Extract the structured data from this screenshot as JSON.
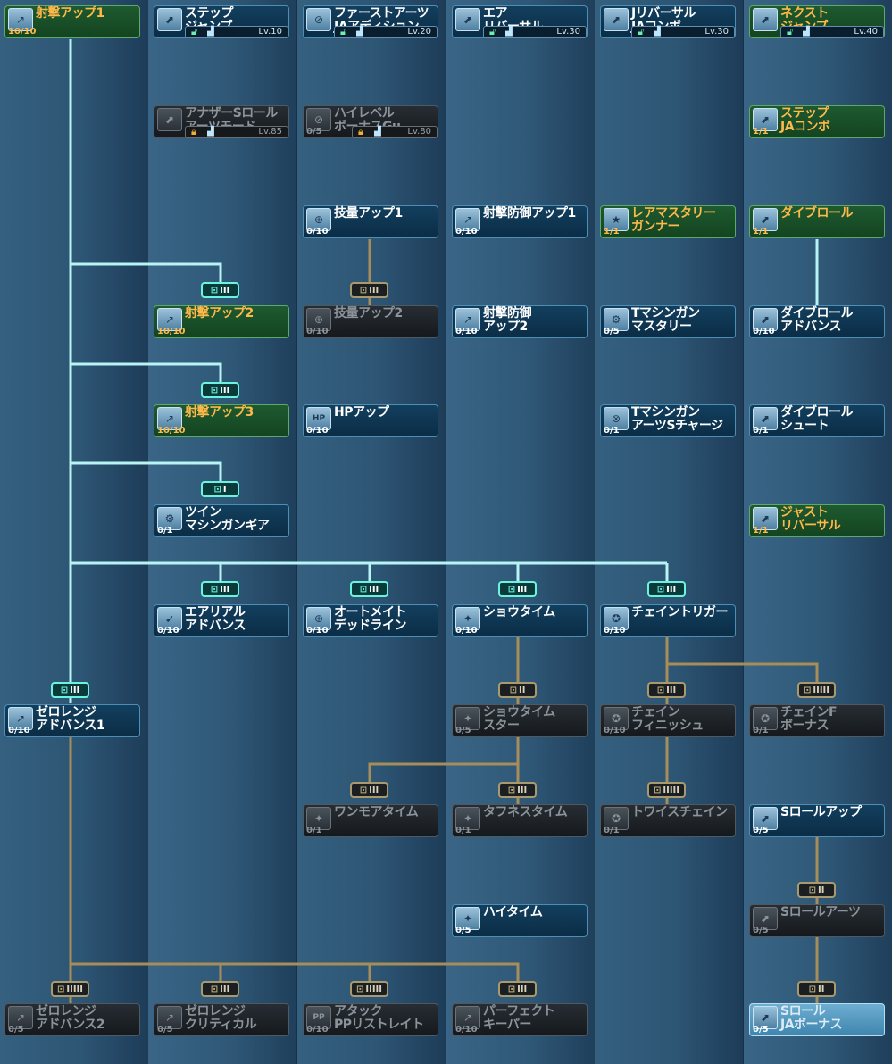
{
  "skills": {
    "s0": {
      "name": "射撃アップ1",
      "level": "10/10"
    },
    "s1": {
      "name": "ステップ\nジャンプ",
      "req_label": "Lv.10"
    },
    "s2": {
      "name": "ファーストアーツ\nJAアディション",
      "req_label": "Lv.20"
    },
    "s3": {
      "name": "エア\nリバーサル",
      "req_label": "Lv.30"
    },
    "s4": {
      "name": "Jリバーサル\nJAコンボ",
      "req_label": "Lv.30"
    },
    "s5": {
      "name": "ネクスト\nジャンプ",
      "req_label": "Lv.40"
    },
    "s6": {
      "name": "アナザーSロール\nアーツモード",
      "req_label": "Lv.85"
    },
    "s7": {
      "name": "ハイレベル\nボーナスGu",
      "level": "0/5",
      "req_label": "Lv.80"
    },
    "s8": {
      "name": "ステップ\nJAコンボ",
      "level": "1/1"
    },
    "s9": {
      "name": "技量アップ1",
      "level": "0/10"
    },
    "s10": {
      "name": "射撃防御アップ1",
      "level": "0/10"
    },
    "s11": {
      "name": "レアマスタリー\nガンナー",
      "level": "1/1"
    },
    "s12": {
      "name": "ダイブロール",
      "level": "1/1"
    },
    "s13": {
      "name": "射撃アップ2",
      "level": "10/10"
    },
    "s14": {
      "name": "技量アップ2",
      "level": "0/10"
    },
    "s15": {
      "name": "射撃防御\nアップ2",
      "level": "0/10"
    },
    "s16": {
      "name": "Tマシンガン\nマスタリー",
      "level": "0/5"
    },
    "s17": {
      "name": "ダイブロール\nアドバンス",
      "level": "0/10"
    },
    "s18": {
      "name": "射撃アップ3",
      "level": "10/10"
    },
    "s19": {
      "name": "HPアップ",
      "level": "0/10"
    },
    "s20": {
      "name": "Tマシンガン\nアーツSチャージ",
      "level": "0/1"
    },
    "s21": {
      "name": "ダイブロール\nシュート",
      "level": "0/1"
    },
    "s22": {
      "name": "ツイン\nマシンガンギア",
      "level": "0/1"
    },
    "s23": {
      "name": "ジャスト\nリバーサル",
      "level": "1/1"
    },
    "s24": {
      "name": "エアリアル\nアドバンス",
      "level": "0/10"
    },
    "s25": {
      "name": "オートメイト\nデッドライン",
      "level": "0/10"
    },
    "s26": {
      "name": "ショウタイム",
      "level": "0/10"
    },
    "s27": {
      "name": "チェイントリガー",
      "level": "0/10"
    },
    "s28": {
      "name": "ゼロレンジ\nアドバンス1",
      "level": "0/10"
    },
    "s29": {
      "name": "ショウタイム\nスター",
      "level": "0/5"
    },
    "s30": {
      "name": "チェイン\nフィニッシュ",
      "level": "0/10"
    },
    "s31": {
      "name": "チェインF\nボーナス",
      "level": "0/1"
    },
    "s32": {
      "name": "ワンモアタイム",
      "level": "0/1"
    },
    "s33": {
      "name": "タフネスタイム",
      "level": "0/1"
    },
    "s34": {
      "name": "トワイスチェイン",
      "level": "0/1"
    },
    "s35": {
      "name": "Sロールアップ",
      "level": "0/5"
    },
    "s36": {
      "name": "ハイタイム",
      "level": "0/5"
    },
    "s37": {
      "name": "Sロールアーツ",
      "level": "0/5"
    },
    "s38": {
      "name": "ゼロレンジ\nアドバンス2",
      "level": "0/5"
    },
    "s39": {
      "name": "ゼロレンジ\nクリティカル",
      "level": "0/5"
    },
    "s40": {
      "name": "アタック\nPPリストレイト",
      "level": "0/10"
    },
    "s41": {
      "name": "パーフェクト\nキーパー",
      "level": "0/10"
    },
    "s42": {
      "name": "Sロール\nJAボーナス",
      "level": "0/5"
    }
  },
  "badges": {
    "b0": "III",
    "b1": "III",
    "b2": "I",
    "b3": "III",
    "b4": "III",
    "b5": "III",
    "b6": "III",
    "b7": "III",
    "b8": "III",
    "b9": "II",
    "b10": "III",
    "b11": "IIIII",
    "b12": "III",
    "b13": "III",
    "b14": "IIIII",
    "b15": "II",
    "b16": "II",
    "b17": "IIIII",
    "b18": "III",
    "b19": "IIIII",
    "b20": "III"
  },
  "colors": {
    "learned_green": "#1e5a30",
    "available_blue": "#123f5e",
    "locked_dark": "#1f2429",
    "highlight": "#5ea2c8",
    "active_line": "#b8f4f4",
    "inactive_line": "#a68d5a",
    "name_orange": "#ffb84a"
  },
  "icons": {
    "skill": "gun-skill-icon",
    "lock": "lock-icon",
    "class": "class-mark-icon"
  }
}
